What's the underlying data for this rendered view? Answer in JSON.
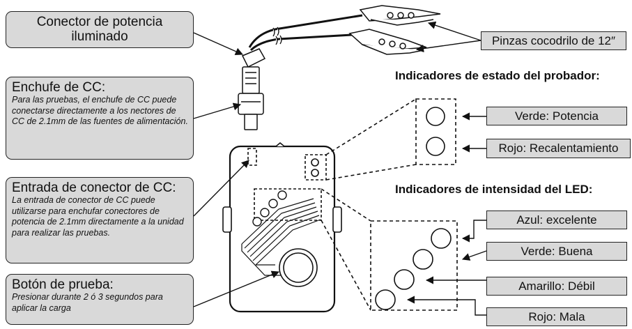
{
  "callouts": {
    "power_connector": "Conector de potencia iluminado",
    "dc_plug": {
      "title": "Enchufe de CC:",
      "desc": "Para las pruebas, el enchufe de CC puede conectarse directamente a los nectores de CC de 2.1mm de las fuentes de alimentación."
    },
    "dc_input": {
      "title": "Entrada de conector de CC:",
      "desc": "La entrada de conector de CC puede utilizarse para enchufar  conectores de potencia de 2.1mm directamente a la unidad para realizar las pruebas."
    },
    "test_button": {
      "title": "Botón de prueba:",
      "desc": "Presionar durante  2 ó  3 segundos para aplicar la carga"
    },
    "clips": "Pinzas cocodrilo de 12″"
  },
  "status_indicators": {
    "heading": "Indicadores de estado del probador:",
    "items": [
      "Verde: Potencia",
      "Rojo: Recalentamiento"
    ]
  },
  "intensity_indicators": {
    "heading": "Indicadores de intensidad del LED:",
    "items": [
      "Azul: excelente",
      "Verde: Buena",
      "Amarillo: Débil",
      "Rojo: Mala"
    ]
  }
}
